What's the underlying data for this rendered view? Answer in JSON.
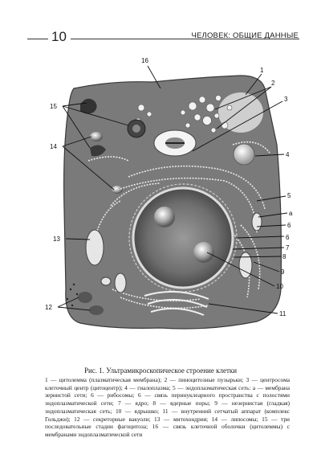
{
  "header": {
    "page_number": "10",
    "running_title": "ЧЕЛОВЕК: ОБЩИЕ ДАННЫЕ"
  },
  "figure": {
    "labels": [
      "16",
      "1",
      "2",
      "3",
      "4",
      "5",
      "а",
      "6",
      "6",
      "7",
      "8",
      "9",
      "10",
      "11",
      "15",
      "14",
      "13",
      "12"
    ]
  },
  "caption": {
    "title": "Рис. 1. Ультрамикроскопическое строение клетки",
    "body": "1 — цитолемма (плазматическая мембрана); 2 — пиноцитозные пузырьки; 3 — центросома клеточный центр (цитоцентр); 4 — гиалоплазма; 5 — эндоплазматическая сеть: а — мембрана зернистой сети; 6 — рибосомы; 6 — связь перинуклеарного пространства с полостями эндоплазматической сети; 7 — ядро; 8 — ядерные поры; 9 — незернистая (гладкая) эндоплазматическая сеть; 10 — ядрышко; 11 — внутренний сетчатый аппарат (комплекс Гольджи); 12 — секреторные вакуоли; 13 — митохондрия; 14 — липосомы; 15 — три последовательные стадии фагоцитоза; 16 — связь клеточной оболочки (цитолеммы) с мембранами эндоплазматической сети"
  }
}
